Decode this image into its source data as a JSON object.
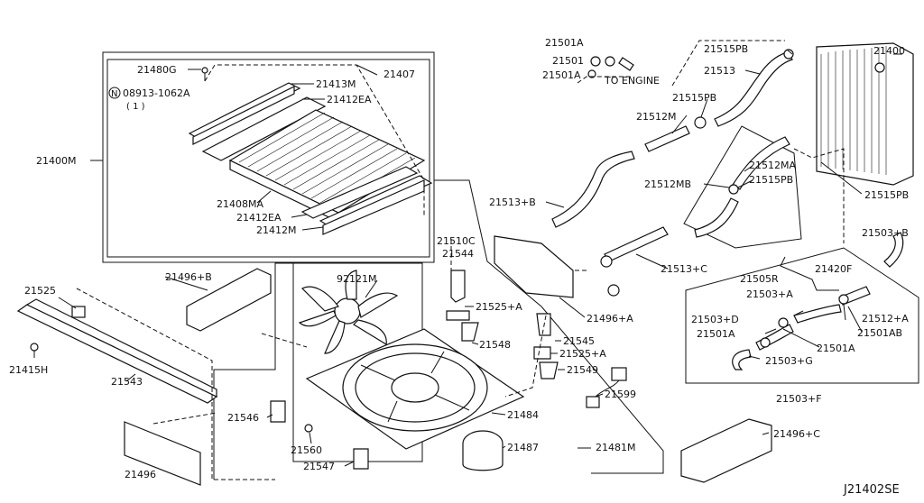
{
  "labels": {
    "p21501A_top": "21501A",
    "p21501": "21501",
    "p21501A_mid": "21501A",
    "to_engine": "TO ENGINE",
    "p21515PB_top": "21515PB",
    "p21400": "21400",
    "p21513": "21513",
    "p21515PB_mid": "21515PB",
    "p21512M": "21512M",
    "p21512MA": "21512MA",
    "p21512MB": "21512MB",
    "p21515PB_b": "21515PB",
    "p21515PB_right": "21515PB",
    "p21513B": "21513+B",
    "p21513C": "21513+C",
    "p21503B": "21503+B",
    "p21420F": "21420F",
    "p21505R": "21505R",
    "p21503A": "21503+A",
    "p21512A": "21512+A",
    "p21503D": "21503+D",
    "p21501AB": "21501AB",
    "p21501A_low1": "21501A",
    "p21501A_low2": "21501A",
    "p21503G": "21503+G",
    "p21503F": "21503+F",
    "p21480G": "21480G",
    "p21413M": "21413M",
    "p21407": "21407",
    "bolt_spec": "08913-1062A",
    "bolt_qty": "( 1 )",
    "bolt_marker": "N",
    "p21412EA_top": "21412EA",
    "p21400M": "21400M",
    "p21408MA": "21408MA",
    "p21412EA_low": "21412EA",
    "p21412M": "21412M",
    "p21510C": "21510C",
    "p21544": "21544",
    "p21496B": "21496+B",
    "p92121M": "92121M",
    "p21525A_1": "21525+A",
    "p21548": "21548",
    "p21545": "21545",
    "p21525A_2": "21525+A",
    "p21549": "21549",
    "p21496A": "21496+A",
    "p21525": "21525",
    "p21415H": "21415H",
    "p21543": "21543",
    "p21546": "21546",
    "p21560": "21560",
    "p21547": "21547",
    "p21484": "21484",
    "p21487": "21487",
    "p21481M": "21481M",
    "p21599": "21599",
    "p21496C": "21496+C",
    "p21496": "21496",
    "diagram_ref": "J21402SE"
  }
}
